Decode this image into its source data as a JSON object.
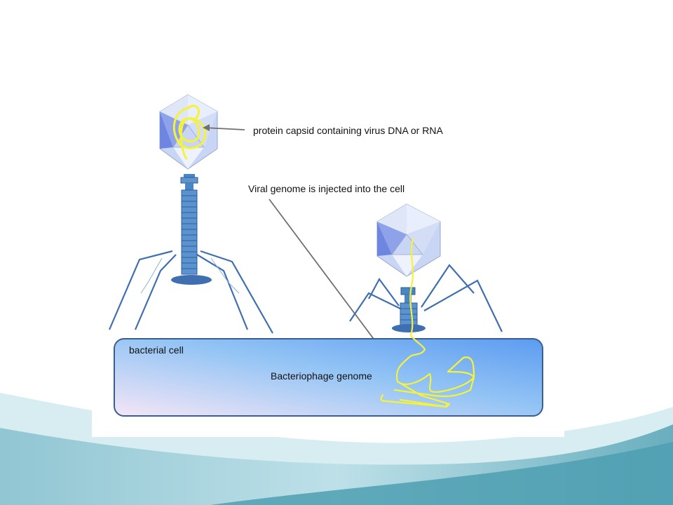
{
  "slide": {
    "background_color": "#ffffff",
    "wave_colors": [
      "#cfe8ee",
      "#8cc3cf",
      "#4e9fb2"
    ]
  },
  "diagram": {
    "labels": {
      "capsid": "protein capsid containing virus DNA or RNA",
      "injected": "Viral genome is injected into the cell",
      "cell": "bacterial cell",
      "genome": "Bacteriophage  genome"
    },
    "colors": {
      "capsid_fill": "#b9c8f2",
      "tail": "#4a86c4",
      "legs": "#3f6fb0",
      "dna": "#f5f23a",
      "cell_left": "#f2e6f6",
      "cell_right": "#5e9ef0",
      "cell_border": "#3a5f8f",
      "arrow": "#707070"
    }
  }
}
